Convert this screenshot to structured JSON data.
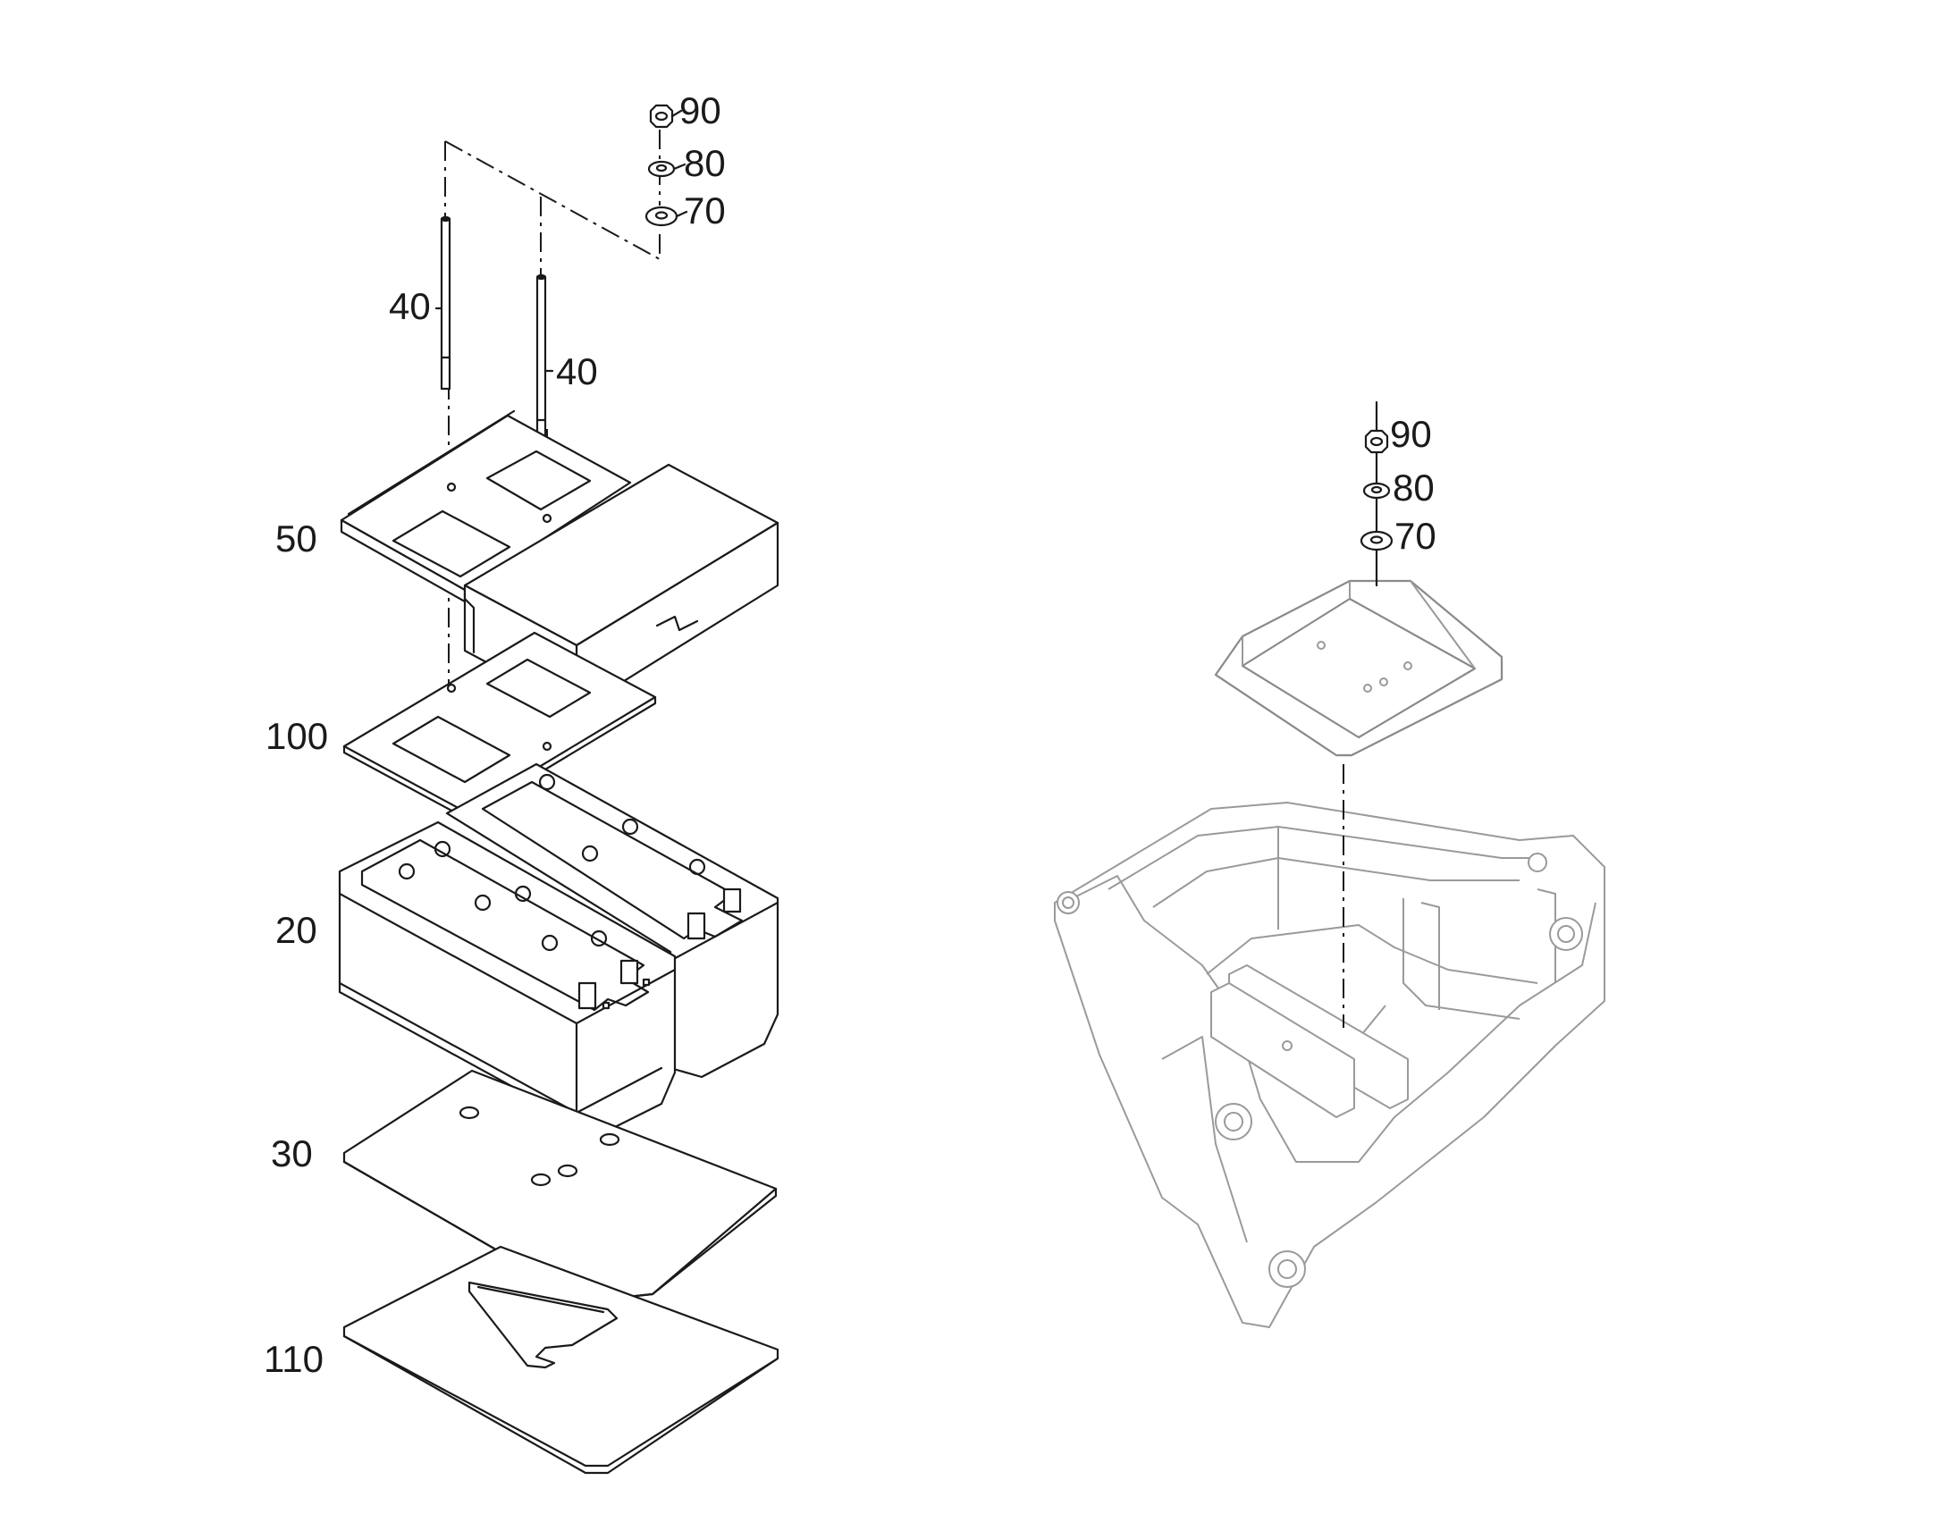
{
  "colors": {
    "ink": "#1a1a1a",
    "ghost": "#9a9a9a",
    "background": "#ffffff"
  },
  "left_assembly": {
    "callouts": {
      "nut": "90",
      "lock_washer": "80",
      "washer": "70",
      "rod_left": "40",
      "rod_right": "40",
      "hold_down_frame": "50",
      "cover_plate": "100",
      "batteries": "20",
      "base_plate": "30",
      "bottom_mat": "110"
    }
  },
  "right_assembly": {
    "callouts": {
      "nut": "90",
      "lock_washer": "80",
      "washer": "70"
    }
  }
}
